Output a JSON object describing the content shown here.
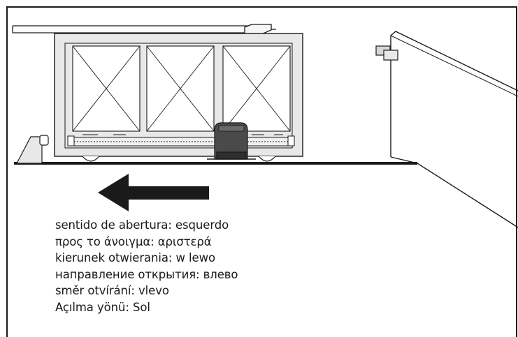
{
  "captions": [
    "sentido de abertura: esquerdo",
    "προς το άνοιγμα: αριστερά",
    "kierunek otwierania: w lewo",
    "направление открытия: влево",
    "směr otvírání: vlevo",
    "Açılma yönü: Sol"
  ],
  "icons": {
    "direction": "arrow-left-icon"
  },
  "colors": {
    "line": "#1a1a1a",
    "gate_fill": "#e8e8e8",
    "motor_fill": "#4a4a4a",
    "background": "#ffffff"
  }
}
